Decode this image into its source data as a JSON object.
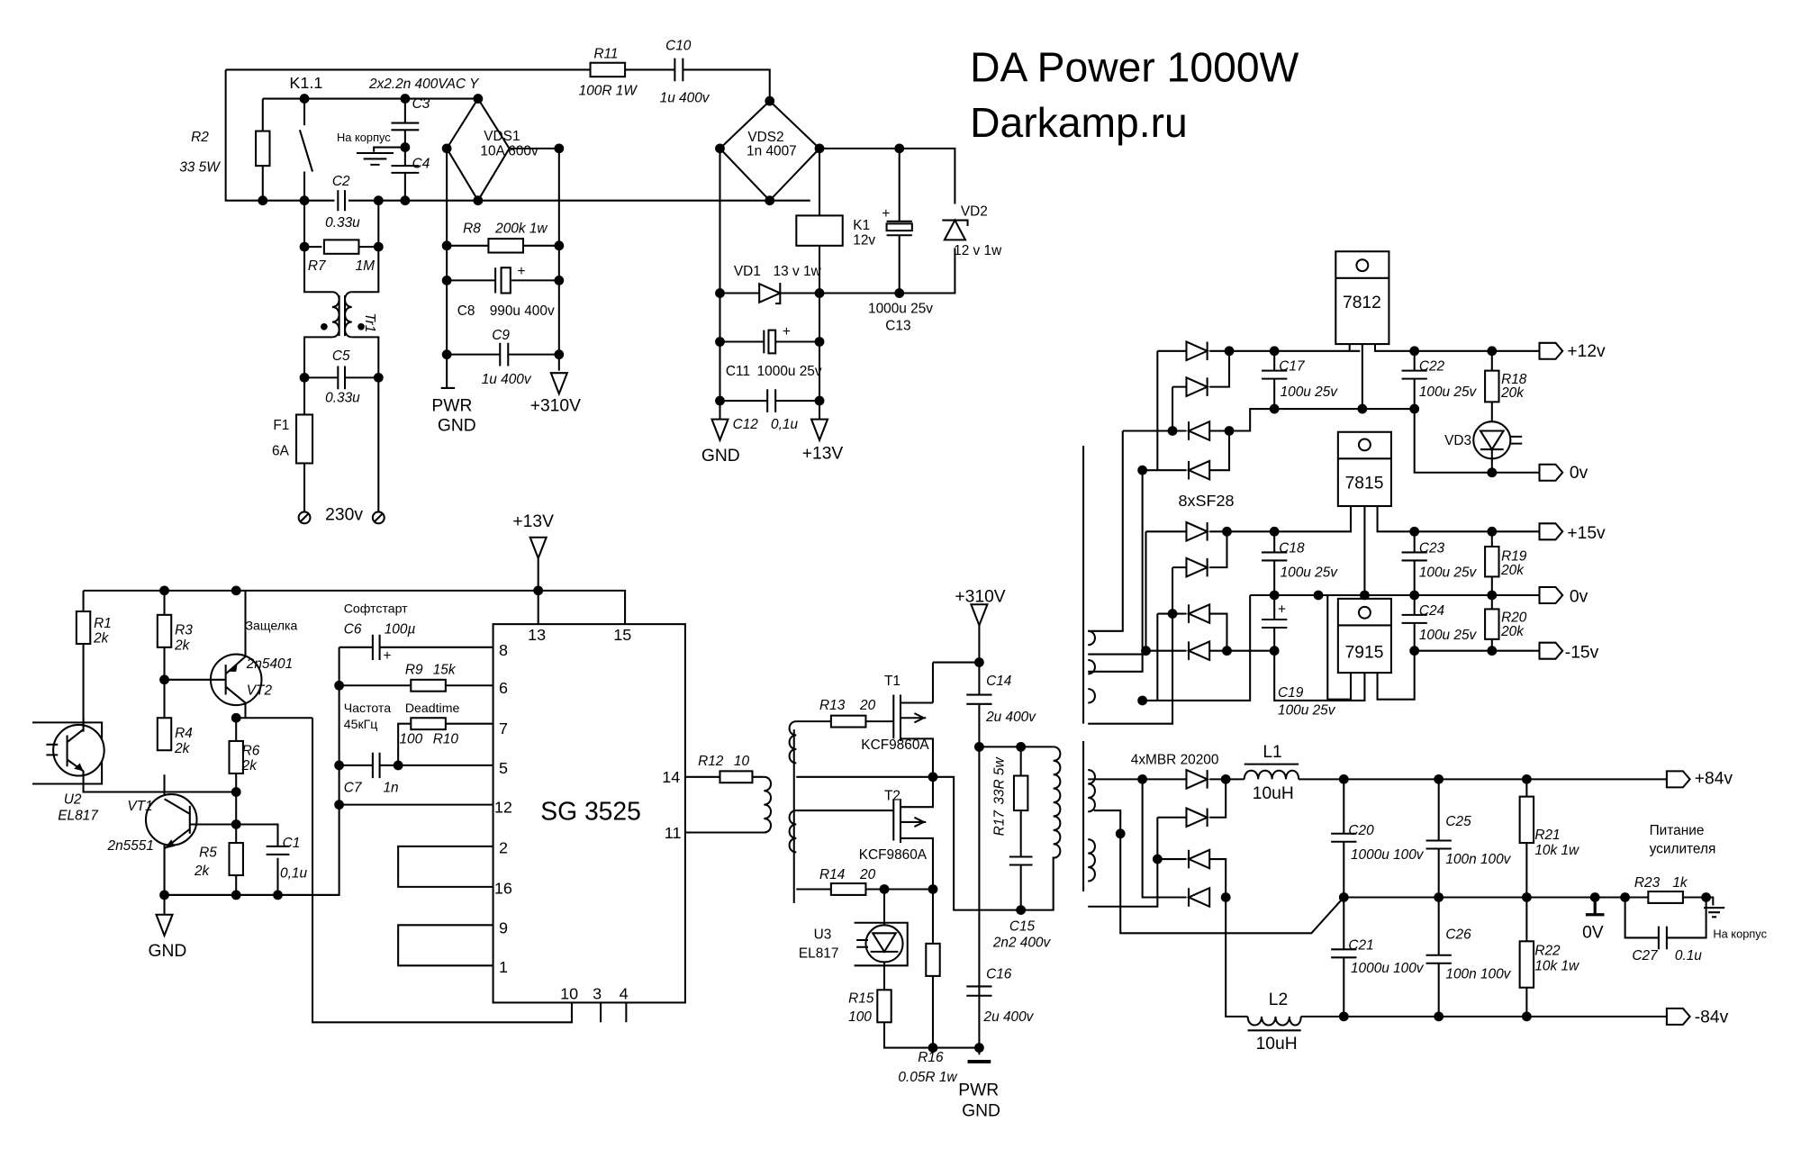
{
  "title": "DA Power 1000W",
  "site": "Darkamp.ru",
  "mains": {
    "input": "230v",
    "fuse": {
      "ref": "F1",
      "value": "6A"
    },
    "C5": {
      "ref": "C5",
      "value": "0.33u"
    },
    "C2": {
      "ref": "C2",
      "value": "0.33u"
    },
    "R7": {
      "ref": "R7",
      "value": "1M"
    },
    "Tr1": "Tr1",
    "R2": {
      "ref": "R2",
      "value": "33 5W"
    },
    "K11": "K1.1",
    "C3": "C3",
    "C4": "C4",
    "yCaps": "2x2.2n 400VAC Y",
    "chassis": "На корпус",
    "VDS1": {
      "ref": "VDS1",
      "value": "10A 600v"
    },
    "R8": {
      "ref": "R8",
      "value": "200k 1w"
    },
    "C8": {
      "ref": "C8",
      "value": "990u 400v"
    },
    "C9": {
      "ref": "C9",
      "value": "1u 400v"
    },
    "pwr_gnd": [
      "PWR",
      "GND"
    ],
    "hv": "+310V"
  },
  "standby": {
    "R11": {
      "ref": "R11",
      "value": "100R 1W"
    },
    "C10": {
      "ref": "C10",
      "value": "1u 400v"
    },
    "VDS2": {
      "ref": "VDS2",
      "value": "1n 4007"
    },
    "K1": {
      "ref": "K1",
      "value": "12v"
    },
    "C13": {
      "ref": "C13",
      "value": "1000u 25v"
    },
    "VD2": {
      "ref": "VD2",
      "value": "12 v 1w"
    },
    "VD1": {
      "ref": "VD1",
      "value": "13 v 1w"
    },
    "C11": {
      "ref": "C11",
      "value": "1000u 25v"
    },
    "C12": {
      "ref": "C12",
      "value": "0,1u"
    },
    "gnd": "GND",
    "v13": "+13V"
  },
  "controller": {
    "v13": "+13V",
    "ic": "SG 3525",
    "pins_left": [
      "8",
      "6",
      "7",
      "5",
      "12",
      "2",
      "16",
      "9",
      "1"
    ],
    "pins_top": [
      "13",
      "15"
    ],
    "pins_bottom": [
      "10",
      "3",
      "4"
    ],
    "pins_right": [
      "14",
      "11"
    ],
    "softstart": "Софтстарт",
    "C6": {
      "ref": "C6",
      "value": "100µ"
    },
    "R9": {
      "ref": "R9",
      "value": "15k"
    },
    "freq": [
      "Частота",
      "45кГц"
    ],
    "deadtime": "Deadtime",
    "R10": {
      "ref": "R10",
      "value": "100"
    },
    "C7": {
      "ref": "C7",
      "value": "1n"
    },
    "R12": {
      "ref": "R12",
      "value": "10"
    },
    "latch": "Защелка",
    "R1": {
      "ref": "R1",
      "value": "2k"
    },
    "R3": {
      "ref": "R3",
      "value": "2k"
    },
    "R4": {
      "ref": "R4",
      "value": "2k"
    },
    "R5": {
      "ref": "R5",
      "value": "2k"
    },
    "R6": {
      "ref": "R6",
      "value": "2k"
    },
    "C1": {
      "ref": "C1",
      "value": "0,1u"
    },
    "VT2": {
      "ref": "VT2",
      "value": "2n5401"
    },
    "VT1": {
      "ref": "VT1",
      "value": "2n5551"
    },
    "U2": {
      "ref": "U2",
      "value": "EL817"
    },
    "gnd": "GND"
  },
  "inverter": {
    "hv": "+310V",
    "T1": {
      "ref": "T1",
      "value": "KCF9860A"
    },
    "T2": {
      "ref": "T2",
      "value": "KCF9860A"
    },
    "R13": {
      "ref": "R13",
      "value": "20"
    },
    "R14": {
      "ref": "R14",
      "value": "20"
    },
    "C14": {
      "ref": "C14",
      "value": "2u 400v"
    },
    "C16": {
      "ref": "C16",
      "value": "2u 400v"
    },
    "R17": {
      "ref": "R17",
      "value": "33R 5w"
    },
    "C15": {
      "ref": "C15",
      "value": "2n2 400v"
    },
    "U3": {
      "ref": "U3",
      "value": "EL817"
    },
    "R15": {
      "ref": "R15",
      "value": "100"
    },
    "R16": {
      "ref": "R16",
      "value": "0.05R 1w"
    },
    "pwr_gnd": [
      "PWR",
      "GND"
    ]
  },
  "aux": {
    "diodes": "8xSF28",
    "reg1": "7812",
    "reg2": "7815",
    "reg3": "7915",
    "C17": {
      "ref": "C17",
      "value": "100u 25v"
    },
    "C18": {
      "ref": "C18",
      "value": "100u 25v"
    },
    "C19": {
      "ref": "C19",
      "value": "100u 25v"
    },
    "C22": {
      "ref": "C22",
      "value": "100u 25v"
    },
    "C23": {
      "ref": "C23",
      "value": "100u 25v"
    },
    "C24": {
      "ref": "C24",
      "value": "100u 25v"
    },
    "R18": {
      "ref": "R18",
      "value": "20k"
    },
    "R19": {
      "ref": "R19",
      "value": "20k"
    },
    "R20": {
      "ref": "R20",
      "value": "20k"
    },
    "VD3": "VD3",
    "out": [
      "+12v",
      "0v",
      "+15v",
      "0v",
      "-15v"
    ]
  },
  "main_out": {
    "diodes": "4xMBR 20200",
    "L1": {
      "ref": "L1",
      "value": "10uH"
    },
    "L2": {
      "ref": "L2",
      "value": "10uH"
    },
    "C20": {
      "ref": "C20",
      "value": "1000u 100v"
    },
    "C21": {
      "ref": "C21",
      "value": "1000u 100v"
    },
    "C25": {
      "ref": "C25",
      "value": "100n 100v"
    },
    "C26": {
      "ref": "C26",
      "value": "100n 100v"
    },
    "R21": {
      "ref": "R21",
      "value": "10k 1w"
    },
    "R22": {
      "ref": "R22",
      "value": "10k 1w"
    },
    "R23": {
      "ref": "R23",
      "value": "1k"
    },
    "C27": {
      "ref": "C27",
      "value": "0.1u"
    },
    "amp_supply": [
      "Питание",
      "усилителя"
    ],
    "zero": "0V",
    "chassis": "На корпус",
    "out": [
      "+84v",
      "-84v"
    ]
  }
}
